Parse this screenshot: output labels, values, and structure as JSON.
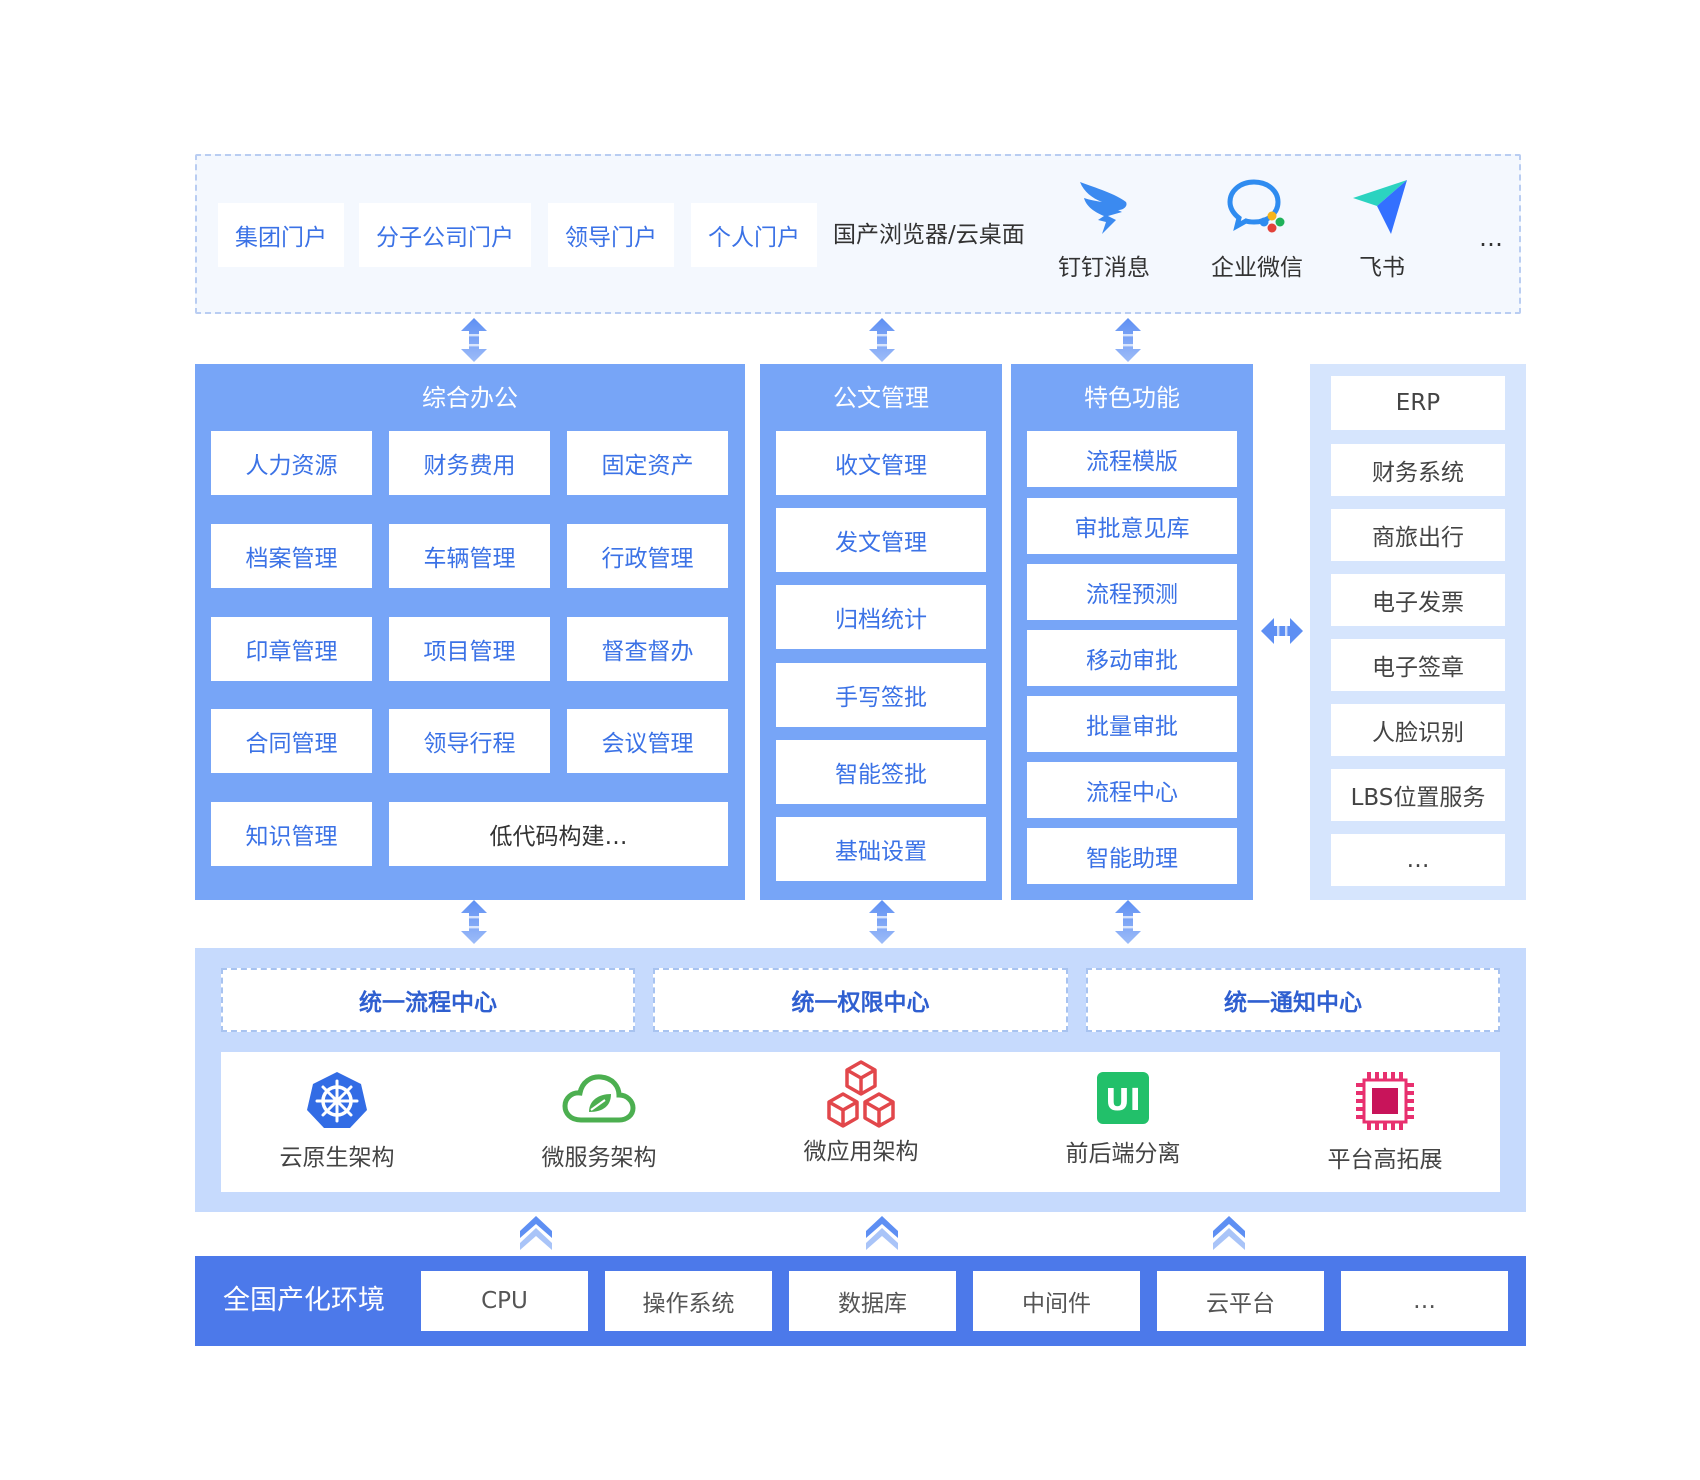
{
  "colors": {
    "accent": "#3b72e6",
    "panel": "#77a5f7",
    "panel_light": "#d6e5fd",
    "platform": "#c6dafd",
    "env": "#4c79ea"
  },
  "portal": {
    "items": [
      "集团门户",
      "分子公司门户",
      "领导门户",
      "个人门户"
    ],
    "browser": "国产浏览器/云桌面",
    "apps": [
      {
        "icon": "dingtalk-icon",
        "label": "钉钉消息"
      },
      {
        "icon": "wecom-icon",
        "label": "企业微信"
      },
      {
        "icon": "feishu-icon",
        "label": "飞书"
      }
    ],
    "more": "…"
  },
  "office": {
    "title": "综合办公",
    "cells": [
      "人力资源",
      "财务费用",
      "固定资产",
      "档案管理",
      "车辆管理",
      "行政管理",
      "印章管理",
      "项目管理",
      "督查督办",
      "合同管理",
      "领导行程",
      "会议管理",
      "知识管理"
    ],
    "lowcode": "低代码构建…"
  },
  "docs": {
    "title": "公文管理",
    "cells": [
      "收文管理",
      "发文管理",
      "归档统计",
      "手写签批",
      "智能签批",
      "基础设置"
    ]
  },
  "features": {
    "title": "特色功能",
    "cells": [
      "流程模版",
      "审批意见库",
      "流程预测",
      "移动审批",
      "批量审批",
      "流程中心",
      "智能助理"
    ]
  },
  "integrations": {
    "cells": [
      "ERP",
      "财务系统",
      "商旅出行",
      "电子发票",
      "电子签章",
      "人脸识别",
      "LBS位置服务",
      "…"
    ]
  },
  "platform": {
    "centers": [
      "统一流程中心",
      "统一权限中心",
      "统一通知中心"
    ],
    "arch": [
      {
        "icon": "kubernetes-icon",
        "label": "云原生架构"
      },
      {
        "icon": "cloud-leaf-icon",
        "label": "微服务架构"
      },
      {
        "icon": "cubes-icon",
        "label": "微应用架构"
      },
      {
        "icon": "ui-icon",
        "label": "前后端分离"
      },
      {
        "icon": "chip-icon",
        "label": "平台高拓展"
      }
    ],
    "ui_badge": "UI"
  },
  "environment": {
    "title": "全国产化环境",
    "cells": [
      "CPU",
      "操作系统",
      "数据库",
      "中间件",
      "云平台",
      "…"
    ]
  }
}
